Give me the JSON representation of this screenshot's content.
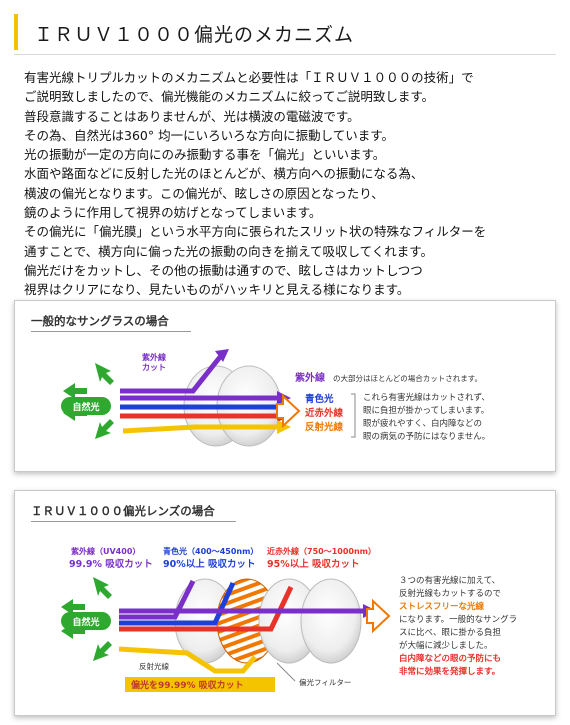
{
  "header": {
    "title": "ＩＲＵＶ１０００偏光のメカニズム"
  },
  "intro": {
    "lines": [
      "有害光線トリプルカットのメカニズムと必要性は「ＩＲＵＶ１０００の技術」で",
      "ご説明致しましたので、偏光機能のメカニズムに絞ってご説明致します。",
      "普段意識することはありませんが、光は横波の電磁波です。",
      "その為、自然光は360° 均一にいろいろな方向に振動しています。",
      "光の振動が一定の方向にのみ振動する事を「偏光」といいます。",
      "水面や路面などに反射した光のほとんどが、横方向への振動になる為、",
      "横波の偏光となります。この偏光が、眩しさの原因となったり、",
      "鏡のように作用して視界の妨げとなってしまいます。",
      "その偏光に「偏光膜」という水平方向に張られたスリット状の特殊なフィルターを",
      "通すことで、横方向に偏った光の振動の向きを揃えて吸収してくれます。",
      "偏光だけをカットし、その他の振動は通すので、眩しさはカットしつつ",
      "視界はクリアになり、見たいものがハッキリと見える様になります。"
    ]
  },
  "diagram1": {
    "title": "一般的なサングラスの場合",
    "natural_light": "自然光",
    "uv_cut_label": [
      "紫外線",
      "カット"
    ],
    "uv_label": "紫外線",
    "uv_note": "の大部分はほとんどの場合カットされます。",
    "blue_label": "青色光",
    "nir_label": "近赤外線",
    "reflect_label": "反射光線",
    "side_note": [
      "これら有害光線はカットされず、",
      "眼に負担が掛かってしまいます。",
      "眼が疲れやすく、白内障などの",
      "眼の病気の予防にはなりません。"
    ]
  },
  "diagram2": {
    "title": "ＩＲＵＶ１０００偏光レンズの場合",
    "natural_light": "自然光",
    "uv_head": "紫外線（UV400）",
    "uv_rate": "99.9% 吸収カット",
    "blue_head": "青色光（400〜450nm）",
    "blue_rate": "90%以上 吸収カット",
    "nir_head": "近赤外線（750〜1000nm）",
    "nir_rate": "95%以上 吸収カット",
    "reflect_label": "反射光線",
    "polar_rate": "偏光を99.99% 吸収カット",
    "filter_label": "偏光フィルター",
    "side_note": [
      "３つの有害光線に加えて、",
      "反射光線もカットするので"
    ],
    "side_note_emph1": "ストレスフリーな光線",
    "side_note_mid": [
      "になります。一般的なサングラ",
      "スに比べ、眼に掛かる負担",
      "が大幅に減少しました。"
    ],
    "side_note_emph2": [
      "白内障などの眼の予防にも",
      "非常に効果を発揮します。"
    ]
  },
  "colors": {
    "accent_yellow": "#f2c200",
    "green": "#2ea82e",
    "purple": "#7a2fc8",
    "blue": "#1e40d8",
    "red": "#e8322a",
    "orange": "#f07800",
    "yellow": "#f5c400"
  }
}
